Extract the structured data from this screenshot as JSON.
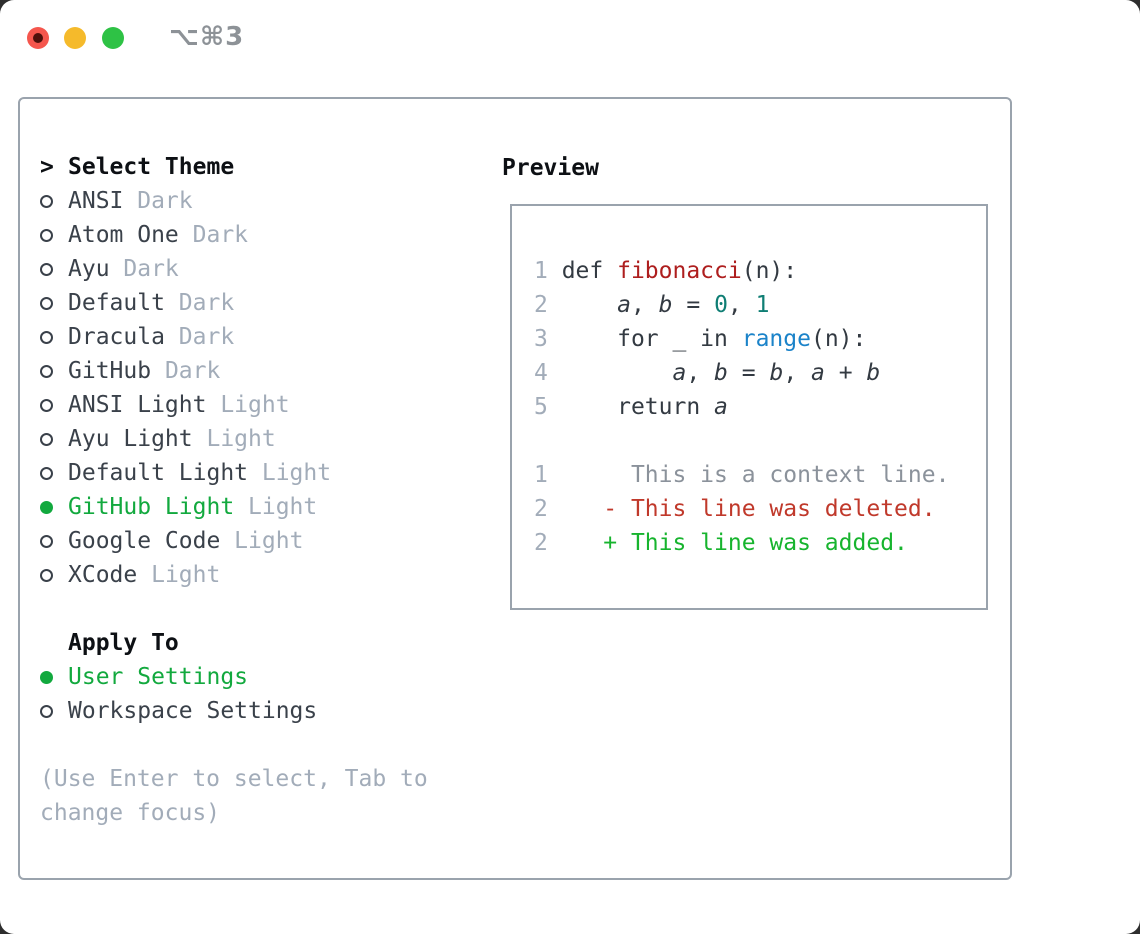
{
  "titlebar": {
    "shortcut": "⌥⌘3",
    "traffic_lights": [
      {
        "icon": "close-icon",
        "color": "#f5564d"
      },
      {
        "icon": "minimize-icon",
        "color": "#f5ba2b"
      },
      {
        "icon": "zoom-icon",
        "color": "#2ec245"
      }
    ]
  },
  "theme_list": {
    "header_prefix": ">",
    "header_label": "Select Theme",
    "items": [
      {
        "label": "ANSI",
        "variant": "Dark",
        "selected": false
      },
      {
        "label": "Atom One",
        "variant": "Dark",
        "selected": false
      },
      {
        "label": "Ayu",
        "variant": "Dark",
        "selected": false
      },
      {
        "label": "Default",
        "variant": "Dark",
        "selected": false
      },
      {
        "label": "Dracula",
        "variant": "Dark",
        "selected": false
      },
      {
        "label": "GitHub",
        "variant": "Dark",
        "selected": false
      },
      {
        "label": "ANSI Light",
        "variant": "Light",
        "selected": false
      },
      {
        "label": "Ayu Light",
        "variant": "Light",
        "selected": false
      },
      {
        "label": "Default Light",
        "variant": "Light",
        "selected": false
      },
      {
        "label": "GitHub Light",
        "variant": "Light",
        "selected": true
      },
      {
        "label": "Google Code",
        "variant": "Light",
        "selected": false
      },
      {
        "label": "XCode",
        "variant": "Light",
        "selected": false
      }
    ]
  },
  "apply_to": {
    "header": "Apply To",
    "options": [
      {
        "label": "User Settings",
        "selected": true
      },
      {
        "label": "Workspace Settings",
        "selected": false
      }
    ]
  },
  "hint": {
    "lines": [
      "(Use Enter to select, Tab to",
      "change focus)"
    ]
  },
  "preview": {
    "header": "Preview",
    "lines": [
      {
        "num": "1",
        "tokens": [
          {
            "text": "def ",
            "style": "plain"
          },
          {
            "text": "fibonacci",
            "style": "func"
          },
          {
            "text": "(n):",
            "style": "plain"
          }
        ]
      },
      {
        "num": "2",
        "tokens": [
          {
            "text": "    ",
            "style": "plain"
          },
          {
            "text": "a",
            "style": "var"
          },
          {
            "text": ", ",
            "style": "plain"
          },
          {
            "text": "b",
            "style": "var"
          },
          {
            "text": " = ",
            "style": "plain"
          },
          {
            "text": "0",
            "style": "num"
          },
          {
            "text": ", ",
            "style": "plain"
          },
          {
            "text": "1",
            "style": "num"
          }
        ]
      },
      {
        "num": "3",
        "tokens": [
          {
            "text": "    for _ in ",
            "style": "plain"
          },
          {
            "text": "range",
            "style": "builtin"
          },
          {
            "text": "(n):",
            "style": "plain"
          }
        ]
      },
      {
        "num": "4",
        "tokens": [
          {
            "text": "        ",
            "style": "plain"
          },
          {
            "text": "a",
            "style": "var"
          },
          {
            "text": ", ",
            "style": "plain"
          },
          {
            "text": "b",
            "style": "var"
          },
          {
            "text": " = ",
            "style": "plain"
          },
          {
            "text": "b",
            "style": "var"
          },
          {
            "text": ", ",
            "style": "plain"
          },
          {
            "text": "a",
            "style": "var"
          },
          {
            "text": " + ",
            "style": "plain"
          },
          {
            "text": "b",
            "style": "var"
          }
        ]
      },
      {
        "num": "5",
        "tokens": [
          {
            "text": "    return ",
            "style": "plain"
          },
          {
            "text": "a",
            "style": "var"
          }
        ]
      },
      {
        "num": "",
        "tokens": []
      },
      {
        "num": "1",
        "tokens": [
          {
            "text": "     This is a context line.",
            "style": "context"
          }
        ]
      },
      {
        "num": "2",
        "tokens": [
          {
            "text": "   - This line was deleted.",
            "style": "deleted"
          }
        ]
      },
      {
        "num": "2",
        "tokens": [
          {
            "text": "   + This line was added.",
            "style": "added"
          }
        ]
      }
    ]
  },
  "colors": {
    "selection_green": "#12a93e",
    "diff_deleted_red": "#c0392b",
    "diff_added_green": "#17b42e",
    "function_red": "#ae1e1e",
    "builtin_blue": "#1b83c9",
    "number_teal": "#0f7e74",
    "text_dark": "#3a414a",
    "muted_gray": "#a2acb9",
    "border_gray": "#9aa3ad"
  }
}
